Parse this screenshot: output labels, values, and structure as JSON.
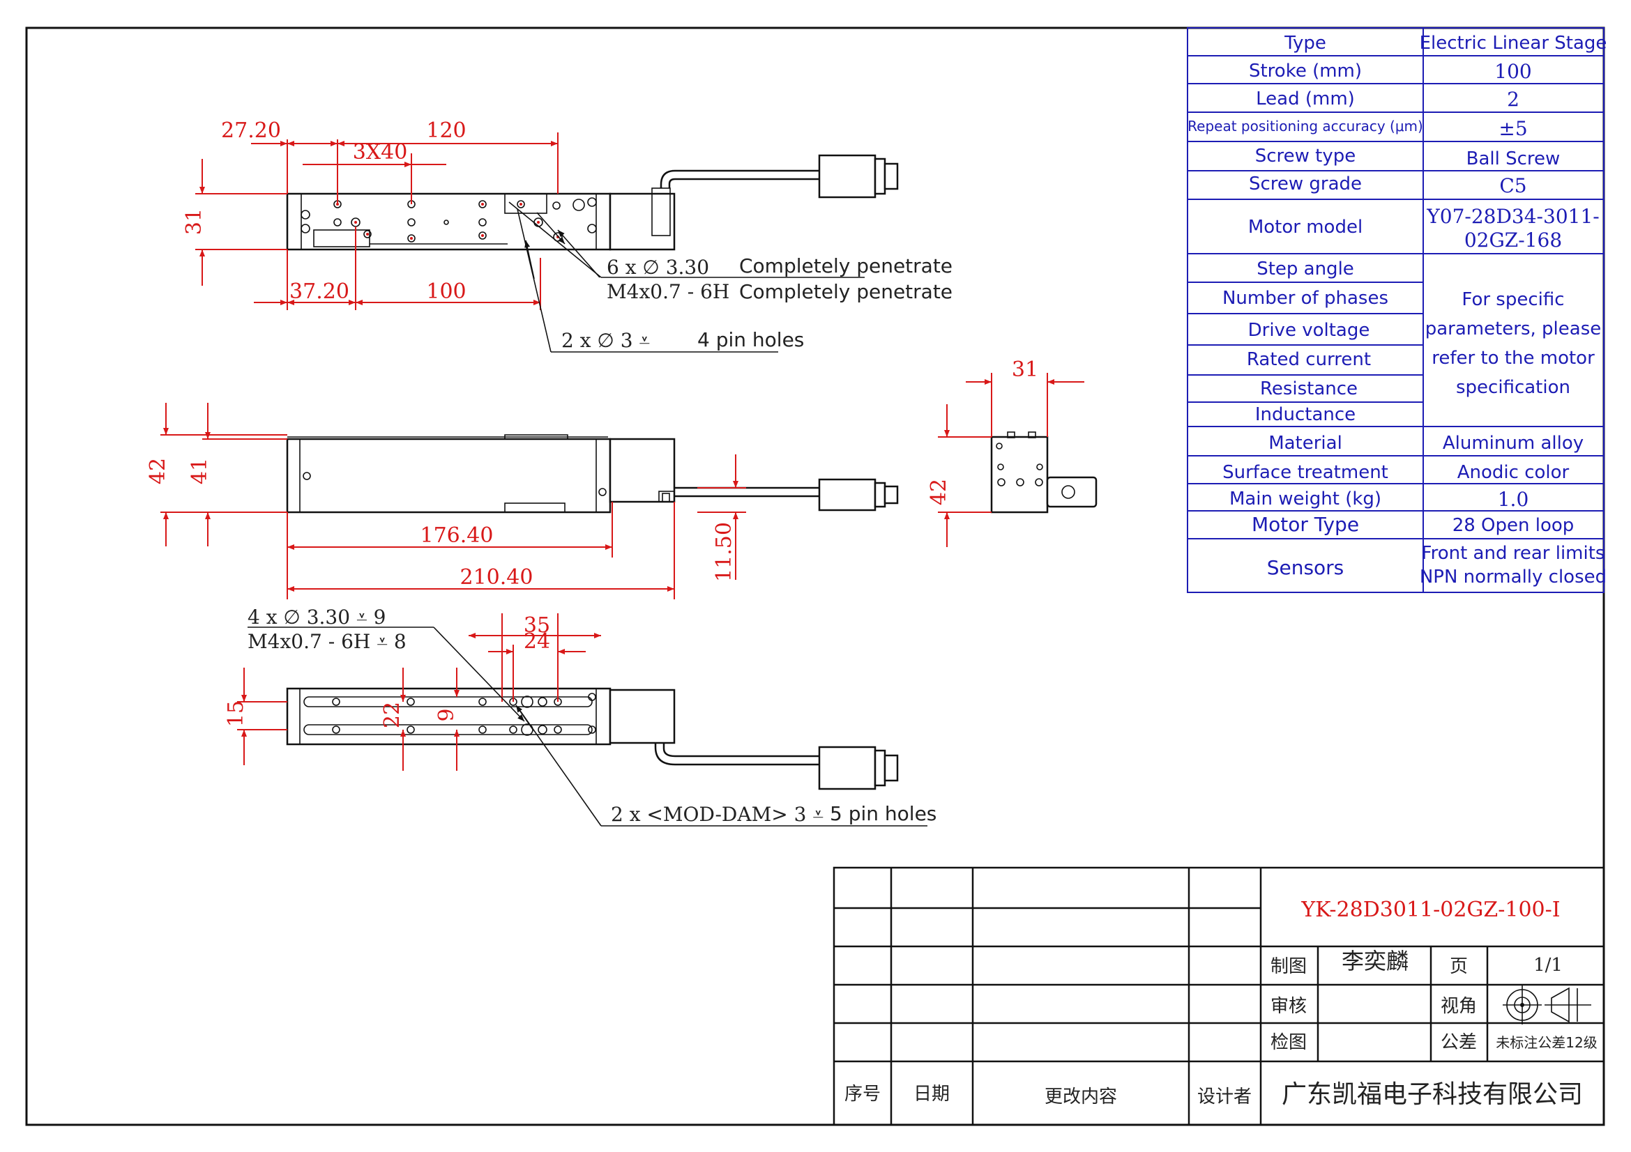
{
  "spec_table": {
    "rows": [
      {
        "label": "Type",
        "value": "Electric Linear Stage"
      },
      {
        "label": "Stroke (mm)",
        "value": "100"
      },
      {
        "label": "Lead (mm)",
        "value": "2"
      },
      {
        "label": "Repeat positioning accuracy (μm)",
        "value": "±5"
      },
      {
        "label": "Screw type",
        "value": "Ball Screw"
      },
      {
        "label": "Screw grade",
        "value": "C5"
      },
      {
        "label": "Motor model",
        "value_line1": "Y07-28D34-3011-",
        "value_line2": "02GZ-168"
      },
      {
        "label": "Step angle"
      },
      {
        "label": "Number of phases"
      },
      {
        "label": "Drive voltage"
      },
      {
        "label": "Rated current"
      },
      {
        "label": "Resistance"
      },
      {
        "label": "Inductance"
      },
      {
        "label": "Material",
        "value": "Aluminum alloy"
      },
      {
        "label": "Surface treatment",
        "value": "Anodic color"
      },
      {
        "label": "Main weight (kg)",
        "value": "1.0"
      },
      {
        "label": "Motor Type",
        "value": "28 Open loop"
      },
      {
        "label": "Sensors",
        "value_line1": "Front and rear limits",
        "value_line2": "NPN normally closed"
      }
    ],
    "motor_params_note": [
      "For specific",
      "parameters, please",
      "refer to the motor",
      "specification"
    ]
  },
  "top_view": {
    "dims": {
      "offset_left": "27.20",
      "span_top": "120",
      "pitch": "3X40",
      "height": "31",
      "offset_bottom": "37.20",
      "span_bottom": "100"
    },
    "callouts": {
      "hole_dia": "6 x ∅ 3.30",
      "hole_dia_note": "Completely penetrate",
      "thread": "M4x0.7 - 6H",
      "thread_note": "Completely penetrate",
      "pin": "2 x ∅ 3 ⩡",
      "pin_note": "4 pin holes"
    }
  },
  "side_view": {
    "dims": {
      "overall_height": "42",
      "body_height": "41",
      "body_length": "176.40",
      "overall_length": "210.40",
      "cable_offset": "11.50"
    }
  },
  "end_view": {
    "dims": {
      "width": "31",
      "height": "42"
    }
  },
  "bottom_view": {
    "dims": {
      "span_outer": "35",
      "span_inner": "24",
      "width": "15",
      "slot_a": "22",
      "slot_b": "9"
    },
    "callouts": {
      "hole_line1": "4 x ∅ 3.30 ⩡ 9",
      "hole_line2": "M4x0.7 - 6H ⩡ 8",
      "pin": "2 x <MOD-DAM> 3 ⩡",
      "pin_note": "5 pin holes"
    }
  },
  "title_block": {
    "part_number": "YK-28D3011-02GZ-100-I",
    "drawn_label": "制图",
    "drawn_by": "李奕麟",
    "page_label": "页",
    "page_value": "1/1",
    "review_label": "审核",
    "view_label": "视角",
    "check_label": "检图",
    "tolerance_label": "公差",
    "tolerance_value": "未标注公差12级",
    "col_seq": "序号",
    "col_date": "日期",
    "col_change": "更改内容",
    "col_designer": "设计者",
    "company": "广东凯福电子科技有限公司"
  },
  "colors": {
    "dimension": "#d81818",
    "table": "#1c1cb4",
    "outline": "#111111"
  }
}
